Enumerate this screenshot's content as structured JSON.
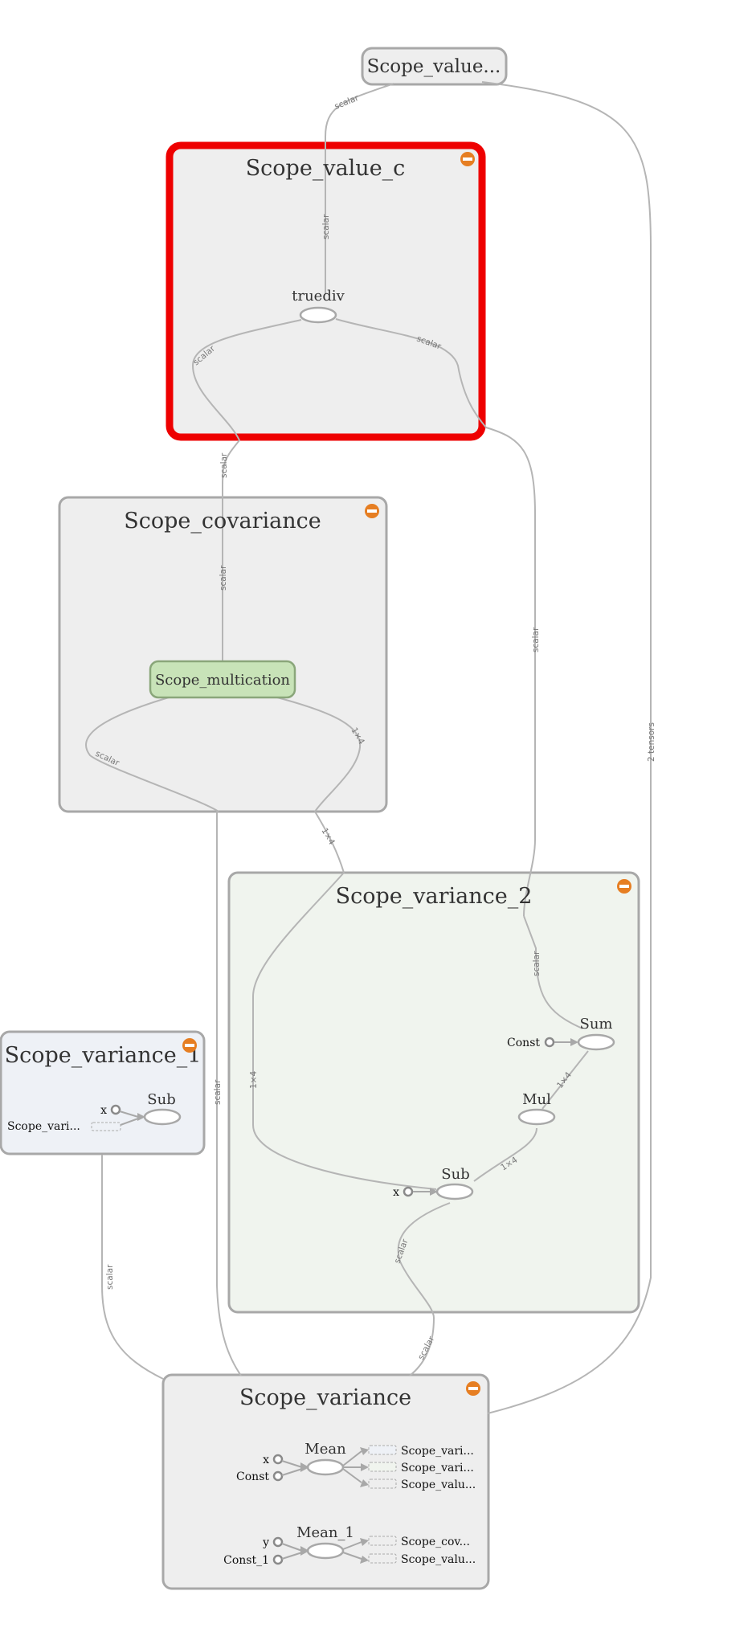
{
  "scopes": {
    "value_top": {
      "title": "Scope_value..."
    },
    "value_c": {
      "title": "Scope_value_c"
    },
    "covariance": {
      "title": "Scope_covariance"
    },
    "variance_2": {
      "title": "Scope_variance_2"
    },
    "variance_1": {
      "title": "Scope_variance_1"
    },
    "variance": {
      "title": "Scope_variance"
    }
  },
  "nodes": {
    "truediv": "truediv",
    "multication": "Scope_multication",
    "sum": "Sum",
    "const": "Const",
    "mul": "Mul",
    "sub2": "Sub",
    "x2": "x",
    "sub1": "Sub",
    "x1": "x",
    "sub1_input": "Scope_vari...",
    "mean": "Mean",
    "mean_x": "x",
    "mean_const": "Const",
    "mean_out1": "Scope_vari...",
    "mean_out2": "Scope_vari...",
    "mean_out3": "Scope_valu...",
    "mean1": "Mean_1",
    "mean1_y": "y",
    "mean1_const": "Const_1",
    "mean1_out1": "Scope_cov...",
    "mean1_out2": "Scope_valu..."
  },
  "edge_labels": {
    "top_to_truediv_a": "scalar",
    "top_to_truediv_b": "scalar",
    "truediv_left": "scalar",
    "truediv_right": "scalar",
    "into_covariance": "scalar",
    "cov_inner": "scalar",
    "right_long": "scalar",
    "two_tensors": "2 tensors",
    "cov_scalar_out": "scalar",
    "cov_1x4_in": "1×4",
    "cov_1x4_out": "1×4",
    "left_1x4": "1×4",
    "var2_scalar_in": "scalar",
    "sum_mul": "1×4",
    "mul_sub": "1×4",
    "cov_down_scalar": "scalar",
    "var1_scalar": "scalar",
    "sub_scalar_a": "scalar",
    "sub_scalar_b": "scalar"
  },
  "colors": {
    "selected_border": "#ee0000",
    "scope_fill": "#eeeeee",
    "variance2_fill": "#f0f4ee",
    "variance1_fill": "#eef1f6",
    "multication_fill": "#c8e3b8",
    "expand_icon": "#e67e22"
  }
}
